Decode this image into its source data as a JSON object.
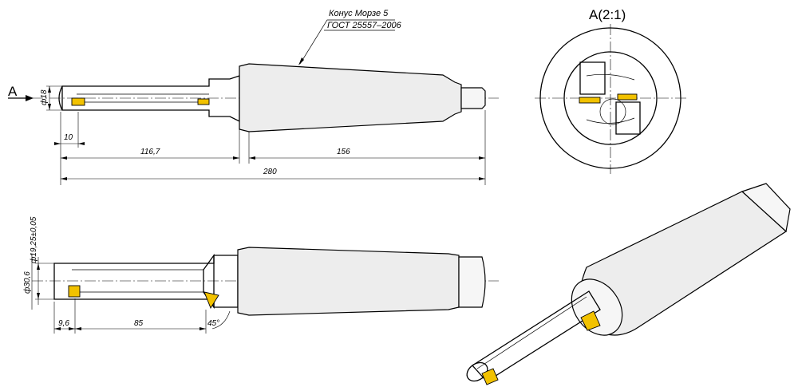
{
  "annotations": {
    "morse_taper": "Конус Морзе 5",
    "gost": "ГОСТ 25557–2006",
    "view_arrow": "A",
    "section_view": "A(2:1)"
  },
  "dimensions_top": {
    "d18": "ф18",
    "d10": "10",
    "d116": "116,7",
    "d156": "156",
    "d280": "280"
  },
  "dimensions_bottom": {
    "d19": "ф19,25±0,05",
    "d30": "ф30,6",
    "d96": "9,6",
    "d85": "85",
    "angle45": "45°"
  },
  "colors": {
    "insert": "#f2c200",
    "body_fill": "#ededed",
    "line": "#000000"
  }
}
